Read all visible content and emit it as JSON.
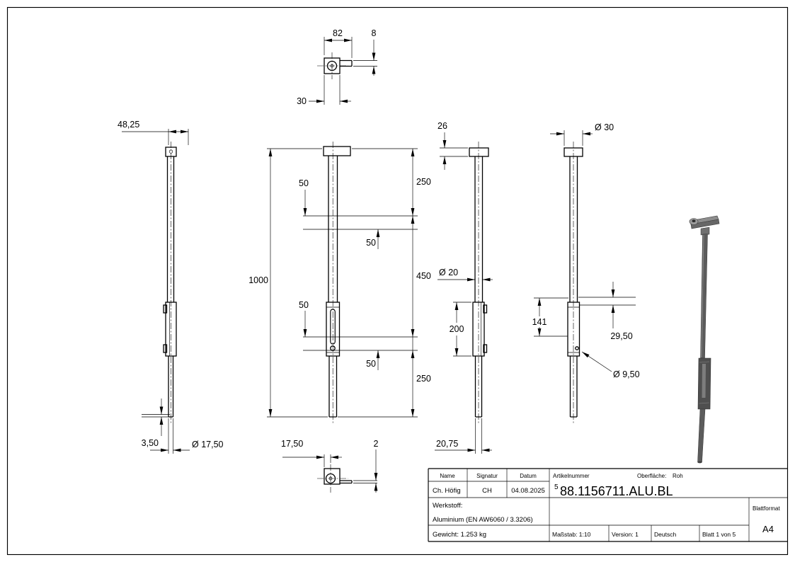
{
  "dims": {
    "top_detail": {
      "length": "82",
      "bar_thickness": "8",
      "tube_width": "30"
    },
    "left_view": {
      "bracket_offset": "48,25",
      "tip_offset": "3,50",
      "rod_diameter": "Ø 17,50"
    },
    "front_view": {
      "total_length": "1000",
      "top_segment": "250",
      "mid_segment": "450",
      "bottom_segment": "250",
      "hole_pitch": "50"
    },
    "side_view": {
      "cap_height": "26",
      "rod_diameter": "Ø 20",
      "housing_length": "200",
      "tip_length": "20,75"
    },
    "back_view": {
      "cap_diameter": "Ø 30",
      "lock_length": "141",
      "hole_offset": "29,50",
      "hole_diameter": "Ø 9,50"
    },
    "bottom_detail": {
      "hole_offset": "17,50",
      "bar_thickness": "2"
    }
  },
  "title_block": {
    "col_name": "Name",
    "col_signatur": "Signatur",
    "col_datum": "Datum",
    "name": "Ch. Höfig",
    "signatur": "CH",
    "datum": "04.08.2025",
    "artikelnummer_label": "Artikelnummer",
    "oberflaeche_label": "Oberfläche:",
    "oberflaeche_value": "Roh",
    "artikel_prefix": "5",
    "artikelnummer": "88.1156711.ALU.BL",
    "werkstoff_label": "Werkstoff:",
    "werkstoff_value": "Aluminium (EN AW6060 / 3.3206)",
    "gewicht": "Gewicht: 1.253 kg",
    "massstab": "Maßstab: 1:10",
    "version": "Version: 1",
    "sprache": "Deutsch",
    "blatt": "Blatt 1 von 5",
    "blattformat_label": "Blattformat",
    "blattformat_value": "A4"
  }
}
